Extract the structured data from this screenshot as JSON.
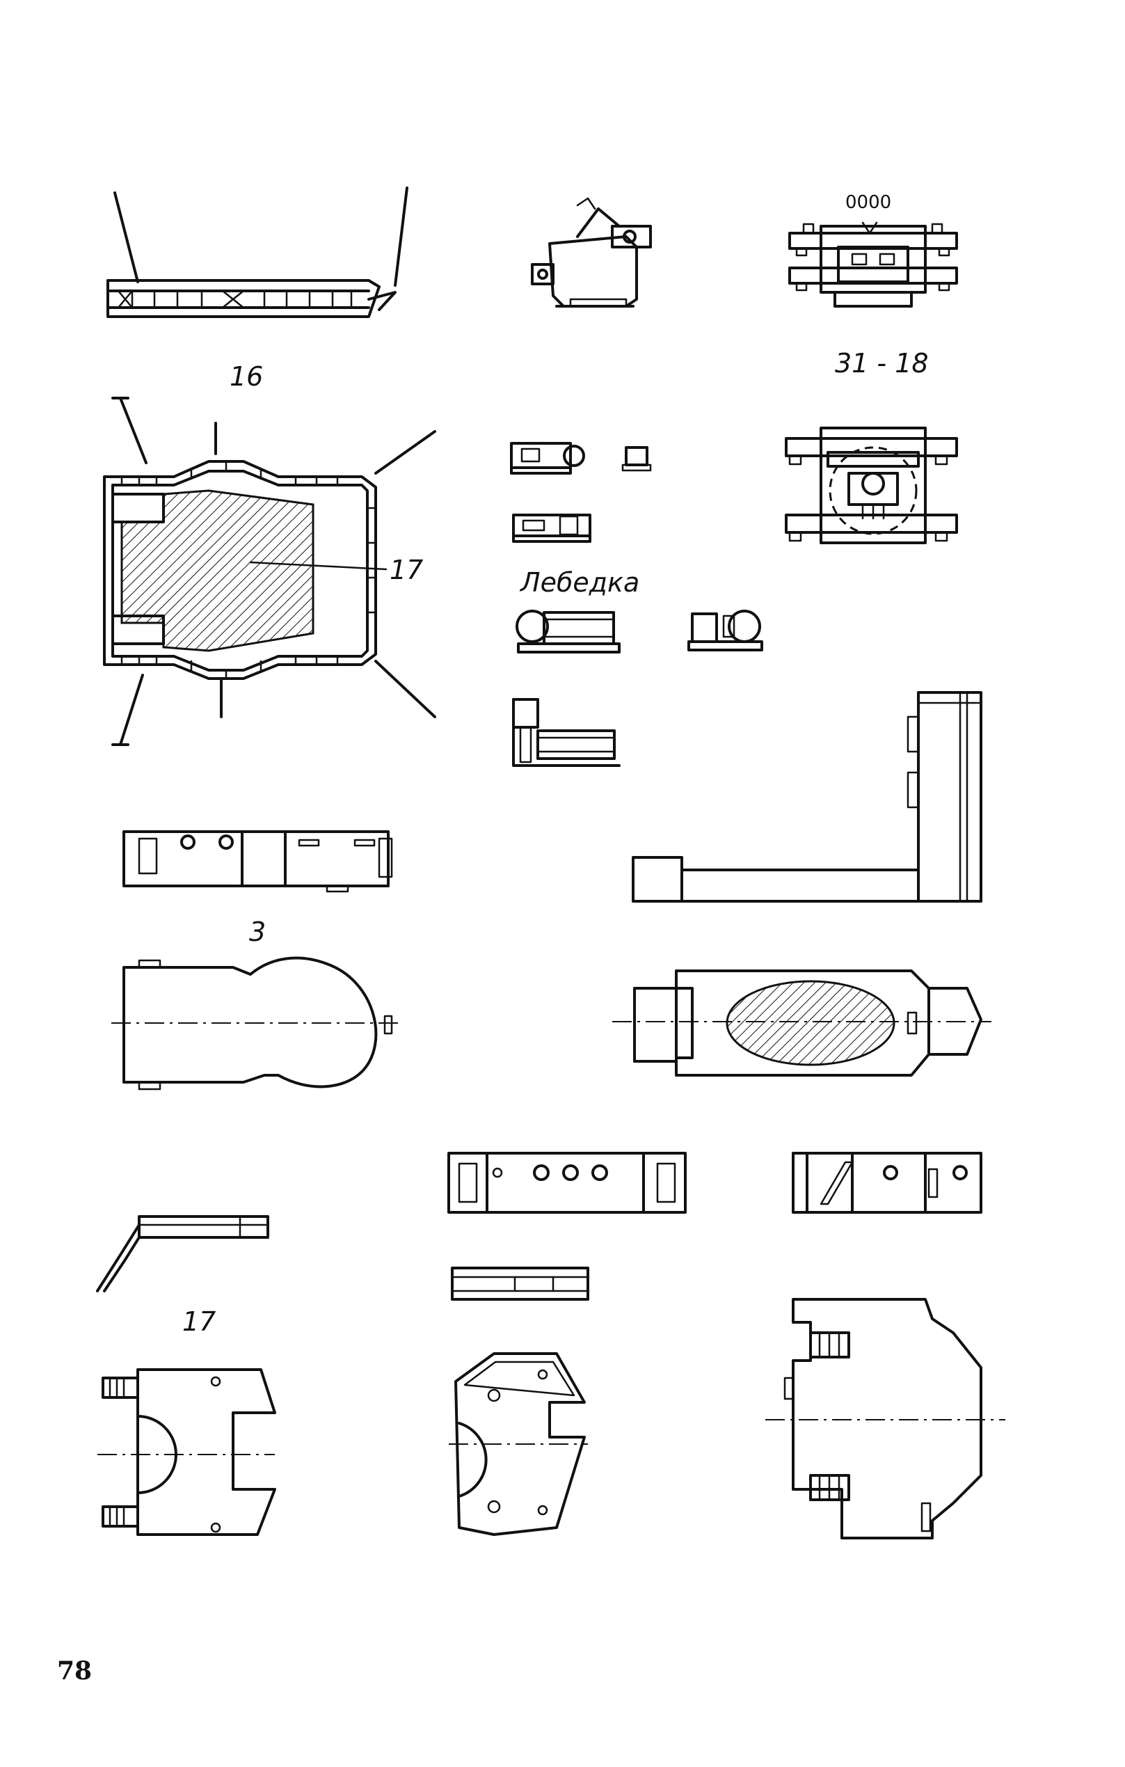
{
  "labels": {
    "label_16": "16",
    "label_31_18": "31 - 18",
    "label_17_callout": "17",
    "label_winch": "Лебедка",
    "label_3": "3",
    "label_17_lower": "17",
    "label_0000": "0000"
  },
  "page": {
    "number": "78"
  },
  "colors": {
    "ink": "#111111",
    "paper": "#ffffff"
  }
}
